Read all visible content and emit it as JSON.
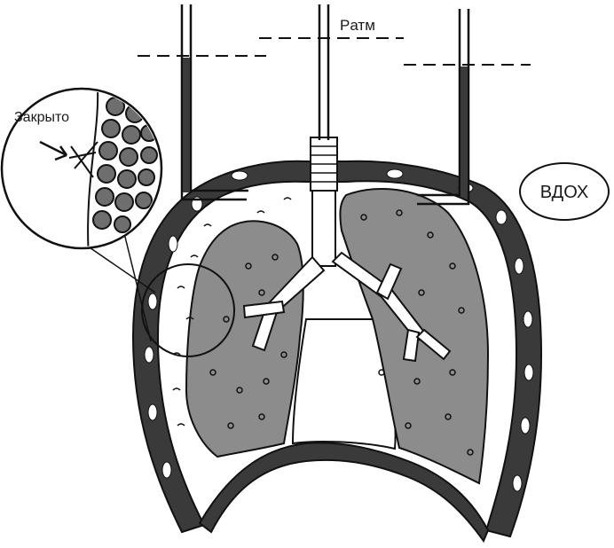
{
  "labels": {
    "closed": "Закрыто",
    "atm_pressure": "Pатм",
    "phase": "ВДОХ"
  },
  "colors": {
    "ink": "#1a1a1a",
    "lung_fill": "#8c8c8c",
    "wall_fill": "#3a3a3a",
    "background": "#ffffff",
    "alveoli_fill": "#6e6e6e"
  }
}
